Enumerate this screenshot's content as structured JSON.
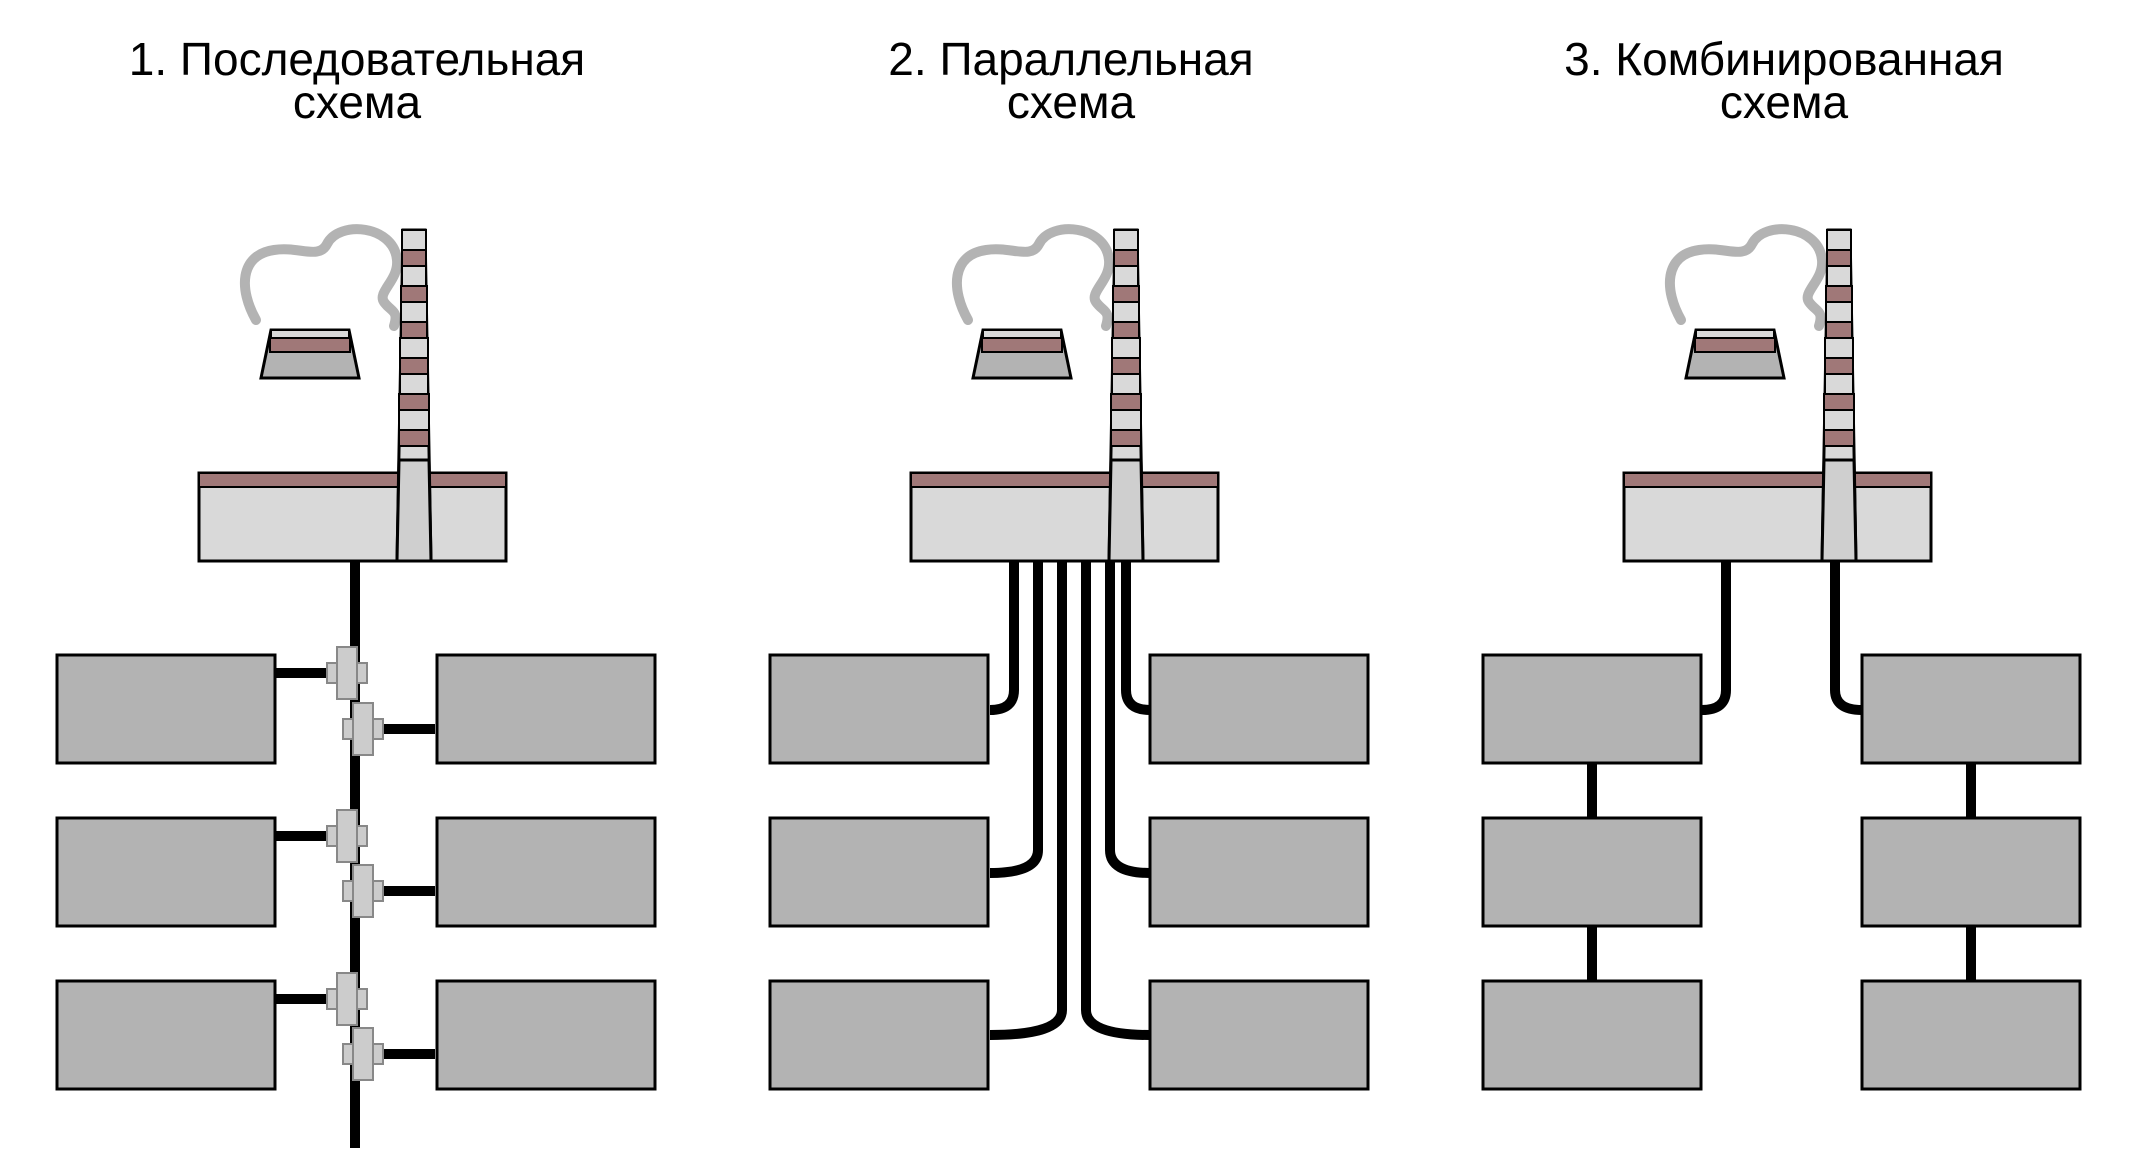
{
  "panels": [
    {
      "title_line1": "1. Последовательная",
      "title_line2": "схема",
      "scheme": "serial"
    },
    {
      "title_line1": "2. Параллельная",
      "title_line2": "схема",
      "scheme": "parallel"
    },
    {
      "title_line1": "3. Комбинированная",
      "title_line2": "схема",
      "scheme": "combined"
    }
  ],
  "colors": {
    "background": "#ffffff",
    "building": "#b3b3b3",
    "building_light": "#d9d9d9",
    "stripe": "#a07878",
    "pipe": "#000000",
    "smoke": "#b3b3b3",
    "tee": "#cccccc"
  }
}
